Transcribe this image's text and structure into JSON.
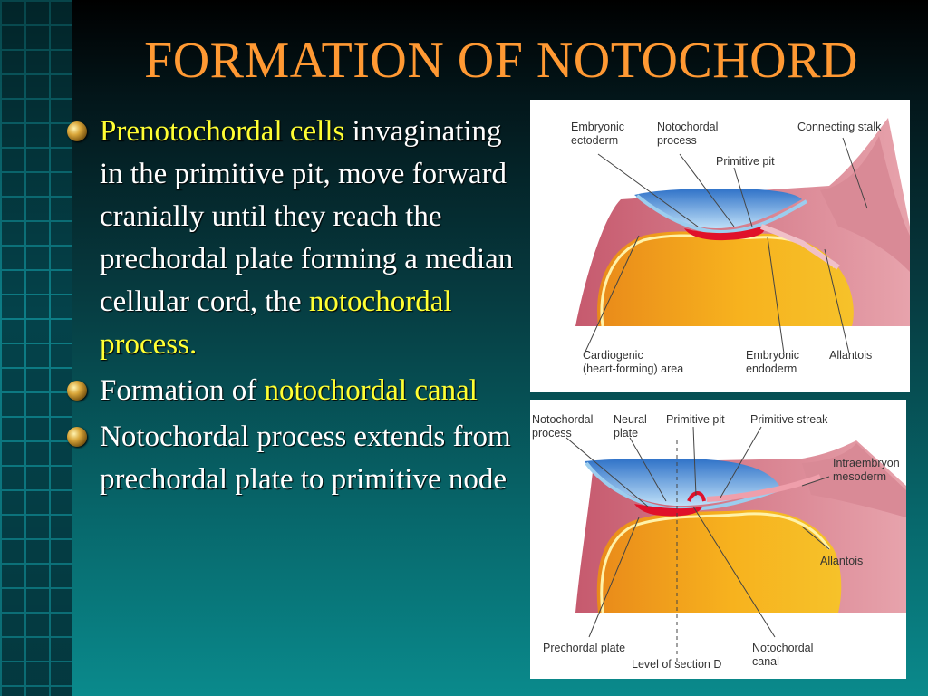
{
  "slide": {
    "title": "FORMATION OF NOTOCHORD",
    "bullets": [
      {
        "text_a": "Prenotochordal cells",
        "text_b": " invaginating in the primitive pit, move forward cranially until they reach the prechordal plate forming a median cellular cord, the ",
        "text_c": "notochordal process",
        "text_d": "."
      },
      {
        "text_a": "Formation of ",
        "text_b": "notochordal canal"
      },
      {
        "text_a": "Notochordal process extends from prechordal plate to primitive node"
      }
    ]
  },
  "figure1": {
    "labels": {
      "embryonic_ectoderm_1": "Embryonic",
      "embryonic_ectoderm_2": "ectoderm",
      "notochordal_process_1": "Notochordal",
      "notochordal_process_2": "process",
      "connecting_stalk": "Connecting stalk",
      "primitive_pit": "Primitive pit",
      "cardiogenic_1": "Cardiogenic",
      "cardiogenic_2": "(heart-forming) area",
      "embryonic_endoderm_1": "Embryonic",
      "embryonic_endoderm_2": "endoderm",
      "allantois": "Allantois"
    }
  },
  "figure2": {
    "labels": {
      "notochordal_process_1": "Notochordal",
      "notochordal_process_2": "process",
      "neural_plate_1": "Neural",
      "neural_plate_2": "plate",
      "primitive_pit": "Primitive pit",
      "primitive_streak": "Primitive streak",
      "intraembryonic_1": "Intraembryon",
      "intraembryonic_2": "mesoderm",
      "allantois": "Allantois",
      "prechordal_plate": "Prechordal plate",
      "level_of_section": "Level of section D",
      "notochordal_canal_1": "Notochordal",
      "notochordal_canal_2": "canal"
    }
  },
  "colors": {
    "title": "#ff9933",
    "highlight": "#ffff33",
    "body_text": "#ffffff"
  },
  "icons": {
    "bullet": "gold-sphere-bullet-icon"
  }
}
